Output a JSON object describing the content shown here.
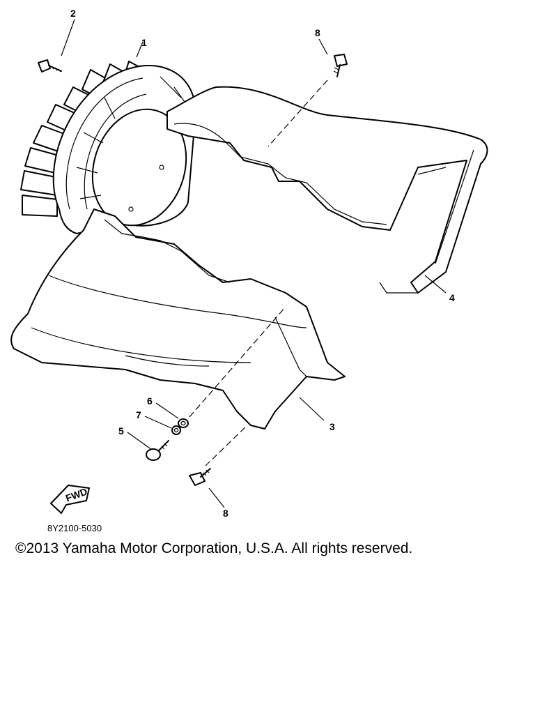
{
  "diagram": {
    "callouts": {
      "c1": "1",
      "c2": "2",
      "c3": "3",
      "c4": "4",
      "c5": "5",
      "c6": "6",
      "c7": "7",
      "c8_top": "8",
      "c8_bottom": "8"
    },
    "fwd_label": "FWD",
    "figure_code": "8Y2100-5030"
  },
  "footer": {
    "copyright": "©2013 Yamaha Motor Corporation, U.S.A. All rights reserved."
  }
}
